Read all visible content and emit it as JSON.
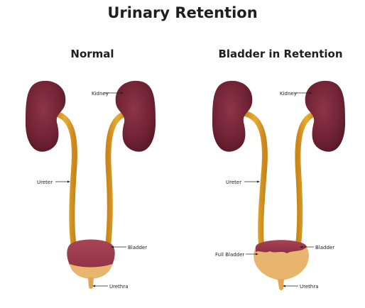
{
  "title": "Urinary Retention",
  "panels": {
    "normal": {
      "heading": "Normal",
      "labels": {
        "kidney": "Kidney",
        "ureter": "Ureter",
        "bladder": "Bladder",
        "urethra": "Urethra"
      }
    },
    "retention": {
      "heading": "Bladder in Retention",
      "labels": {
        "kidney": "Kidney",
        "ureter": "Ureter",
        "bladder": "Bladder",
        "full_bladder": "Full Bladder",
        "urethra": "Urethra"
      }
    }
  },
  "colors": {
    "kidney": "#7a2638",
    "kidney_dark": "#5c1a29",
    "ureter": "#d99a1e",
    "bladder": "#9c3a4b",
    "urine": "#e8b56e"
  }
}
